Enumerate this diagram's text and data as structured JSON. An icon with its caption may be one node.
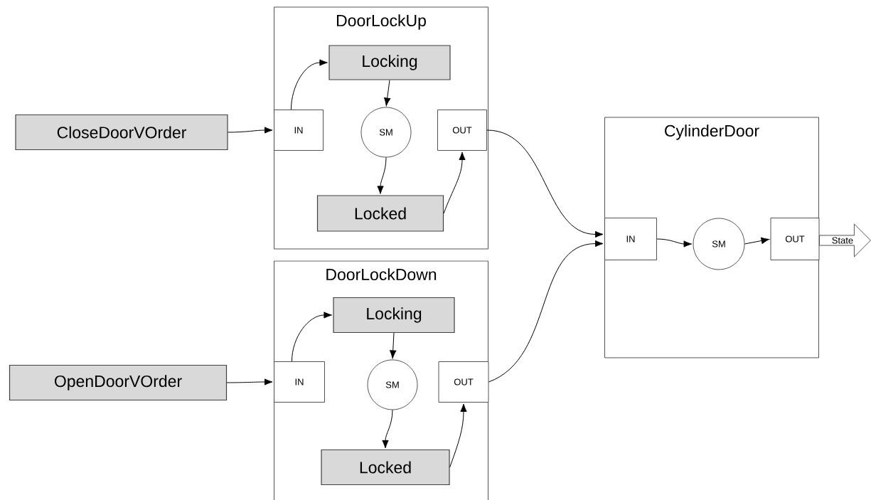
{
  "diagram": {
    "nodes": [
      {
        "text": [
          "CloseDoorVOrder"
        ]
      },
      {
        "text": [
          "DoorLockUp"
        ]
      },
      {
        "text": [
          "Locking"
        ],
        "in": 1
      },
      {
        "text": [
          "IN"
        ],
        "in": 1
      },
      {
        "text": [
          "SM"
        ],
        "in": 1
      },
      {
        "text": [
          "OUT"
        ],
        "in": 1
      },
      {
        "text": [
          "Locked"
        ],
        "in": 1
      },
      {
        "text": [
          "OpenDoorVOrder"
        ]
      },
      {
        "text": [
          "DoorLockDown"
        ]
      },
      {
        "text": [
          "Locking"
        ],
        "in": 8
      },
      {
        "text": [
          "IN"
        ],
        "in": 8
      },
      {
        "text": [
          "SM"
        ],
        "in": 8
      },
      {
        "text": [
          "OUT"
        ],
        "in": 8
      },
      {
        "text": [
          "Locked"
        ],
        "in": 8
      },
      {
        "text": [
          "CylinderDoor"
        ]
      },
      {
        "text": [
          "IN"
        ],
        "in": 14
      },
      {
        "text": [
          "SM"
        ],
        "in": 14
      },
      {
        "text": [
          "OUT"
        ],
        "in": 14
      },
      {
        "text": [
          "State"
        ]
      }
    ],
    "edges": [
      {
        "from": 0,
        "to": 3,
        "arrow": "to"
      },
      {
        "from": 3,
        "to": 2,
        "arrow": "to"
      },
      {
        "from": 2,
        "to": 4,
        "arrow": "to"
      },
      {
        "from": 4,
        "to": 6,
        "arrow": "to"
      },
      {
        "from": 6,
        "to": 5,
        "arrow": "to"
      },
      {
        "from": 5,
        "to": 15,
        "arrow": "to"
      },
      {
        "from": 7,
        "to": 10,
        "arrow": "to"
      },
      {
        "from": 10,
        "to": 9,
        "arrow": "to"
      },
      {
        "from": 9,
        "to": 11,
        "arrow": "to"
      },
      {
        "from": 11,
        "to": 13,
        "arrow": "to"
      },
      {
        "from": 13,
        "to": 12,
        "arrow": "to"
      },
      {
        "from": 12,
        "to": 15,
        "arrow": "to"
      },
      {
        "from": 15,
        "to": 16,
        "arrow": "to"
      },
      {
        "from": 16,
        "to": 17,
        "arrow": "to"
      }
    ]
  }
}
